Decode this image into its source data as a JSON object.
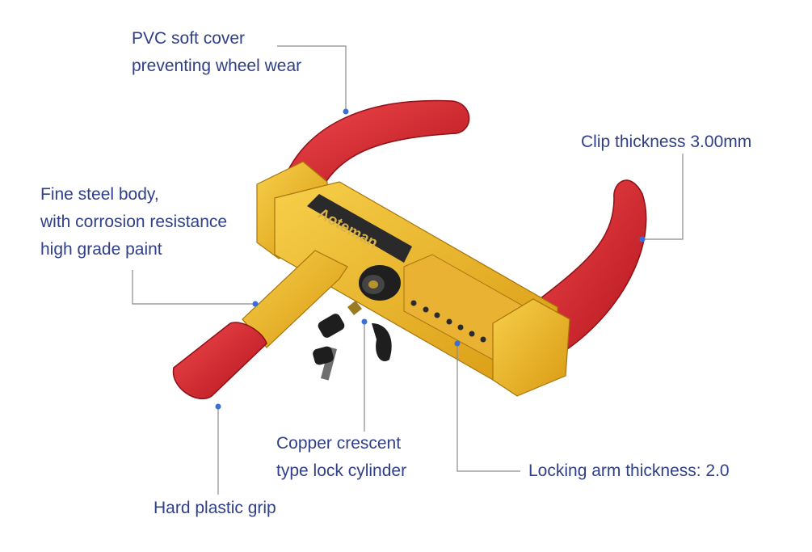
{
  "callouts": {
    "pvc_cover": [
      "PVC soft cover",
      "preventing wheel wear"
    ],
    "clip_thickness": [
      "Clip thickness 3.00mm"
    ],
    "steel_body": [
      "Fine steel body,",
      "with corrosion resistance",
      "high grade paint"
    ],
    "lock_cylinder": [
      "Copper crescent",
      "type lock cylinder"
    ],
    "arm_thickness": [
      "Locking arm thickness: 2.0"
    ],
    "grip": [
      "Hard plastic grip"
    ]
  },
  "brand_label": "Aoteman",
  "colors": {
    "body_yellow": "#f2b619",
    "cover_red": "#e0232a",
    "callout_text": "#2f3f88",
    "leader_line": "#8a8a8a",
    "leader_dot": "#3a6fd8"
  }
}
